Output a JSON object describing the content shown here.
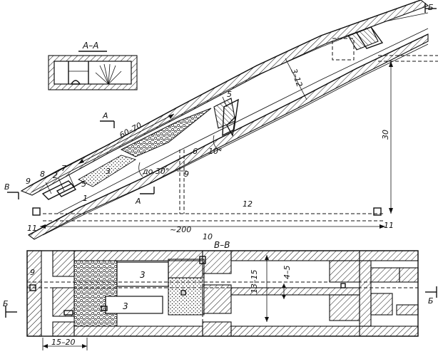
{
  "labels": {
    "section_aa": "А–А",
    "section_vv": "В–В",
    "dim_60_70": "60–70",
    "dim_3_12": "3–12",
    "dim_30": "30",
    "dim_200": "~200",
    "dim_13_15": "13–15",
    "dim_4_5": "4–5",
    "dim_15_20": "15–20",
    "angle_10": "10°",
    "angle_30": "до 30°",
    "mark_A": "А",
    "mark_A2": "А",
    "mark_B": "В",
    "mark_B_right": "Б",
    "mark_B_right2": "Б",
    "mark_B_left": "Б",
    "num_1": "1",
    "num_2": "2",
    "num_3": "3",
    "num_3_plan": "3",
    "num_3_plan2": "3",
    "num_5": "5",
    "num_5b": "5",
    "num_6": "6",
    "num_7": "7",
    "num_8": "8",
    "num_9": "9",
    "num_9b": "9",
    "num_9c": "9",
    "num_10": "10",
    "num_11": "11",
    "num_11b": "11",
    "num_12": "12"
  }
}
